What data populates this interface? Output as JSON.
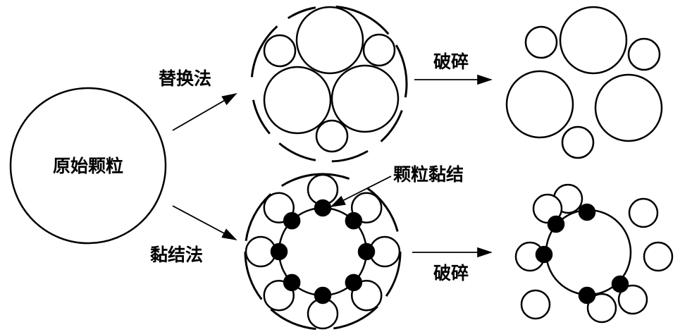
{
  "labels": {
    "original": "原始颗粒",
    "replacement_method": "替换法",
    "bonding_method": "黏结法",
    "crush_top": "破碎",
    "crush_bottom": "破碎",
    "particle_bonding": "颗粒黏结"
  },
  "colors": {
    "stroke": "#000000",
    "fill": "#ffffff",
    "bond": "#000000"
  }
}
